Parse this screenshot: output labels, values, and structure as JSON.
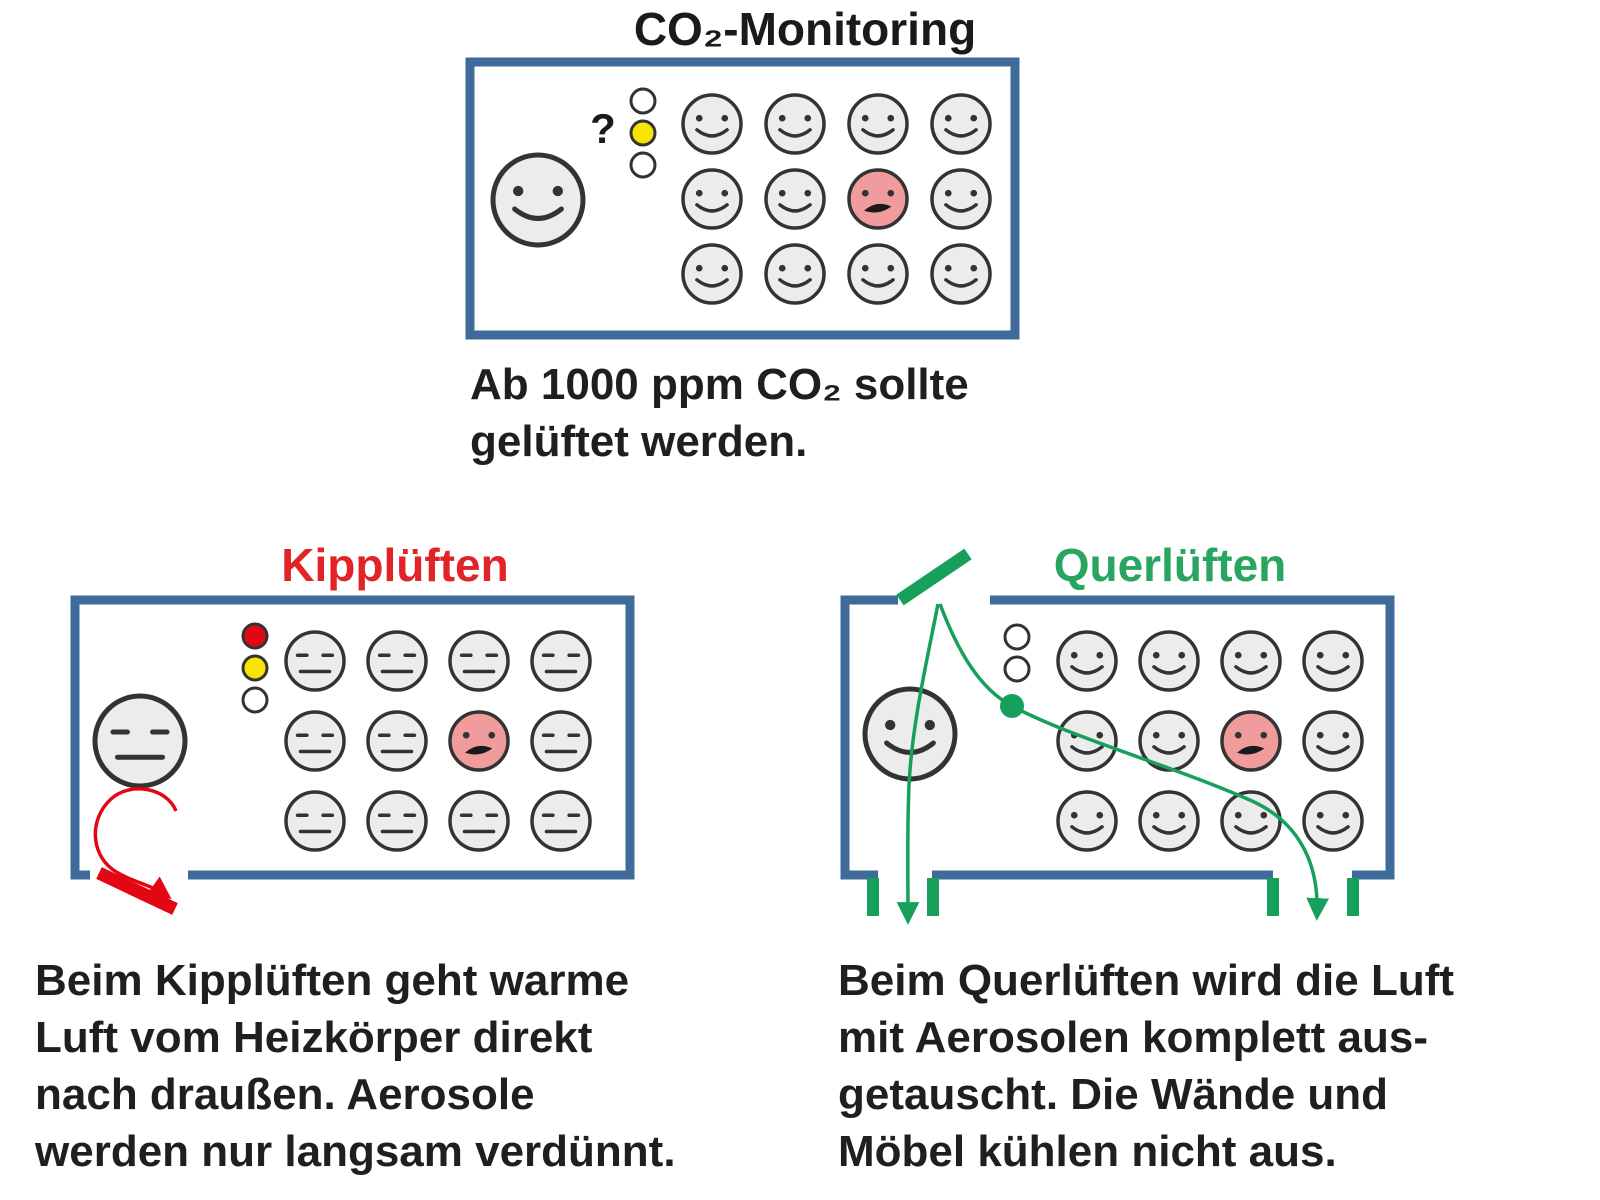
{
  "colors": {
    "box_border": "#3e6b99",
    "face_fill": "#ececec",
    "face_stroke": "#333333",
    "sad_face_fill": "#f19c9c",
    "mouth_dark": "#1a1a1a",
    "traffic": {
      "red": "#e30613",
      "yellow": "#f6e500",
      "green": "#17a05b"
    },
    "title_red": "#e02428",
    "title_green": "#2aa55f",
    "arrow_red": "#e30613",
    "arrow_green": "#17a05b",
    "text": "#1f1f1f"
  },
  "panels": {
    "monitoring": {
      "title": "CO₂-Monitoring",
      "question_mark": "?",
      "traffic_light": [
        "off",
        "yellow",
        "off"
      ],
      "teacher_mood": "smile",
      "students": {
        "rows": 3,
        "cols": 4,
        "mood": "smile",
        "sad_student": {
          "row": 2,
          "col": 3
        }
      },
      "caption_lines": [
        "Ab 1000 ppm CO₂ sollte",
        "gelüftet werden."
      ]
    },
    "kipplueften": {
      "title": "Kipplüften",
      "traffic_light": [
        "red",
        "yellow",
        "off"
      ],
      "teacher_mood": "neutral",
      "students": {
        "rows": 3,
        "cols": 4,
        "mood": "neutral",
        "sad_student": {
          "row": 2,
          "col": 3
        }
      },
      "caption_lines": [
        "Beim Kipplüften geht warme",
        "Luft vom Heizkörper direkt",
        "nach draußen. Aerosole",
        "werden nur langsam verdünnt."
      ]
    },
    "querlueften": {
      "title": "Querlüften",
      "traffic_light": [
        "off",
        "off",
        "green"
      ],
      "teacher_mood": "smile",
      "students": {
        "rows": 3,
        "cols": 4,
        "mood": "smile",
        "sad_student": {
          "row": 2,
          "col": 3
        }
      },
      "caption_lines": [
        "Beim Querlüften wird die Luft",
        "mit Aerosolen komplett aus-",
        "getauscht. Die Wände und",
        "Möbel kühlen nicht aus."
      ]
    }
  }
}
